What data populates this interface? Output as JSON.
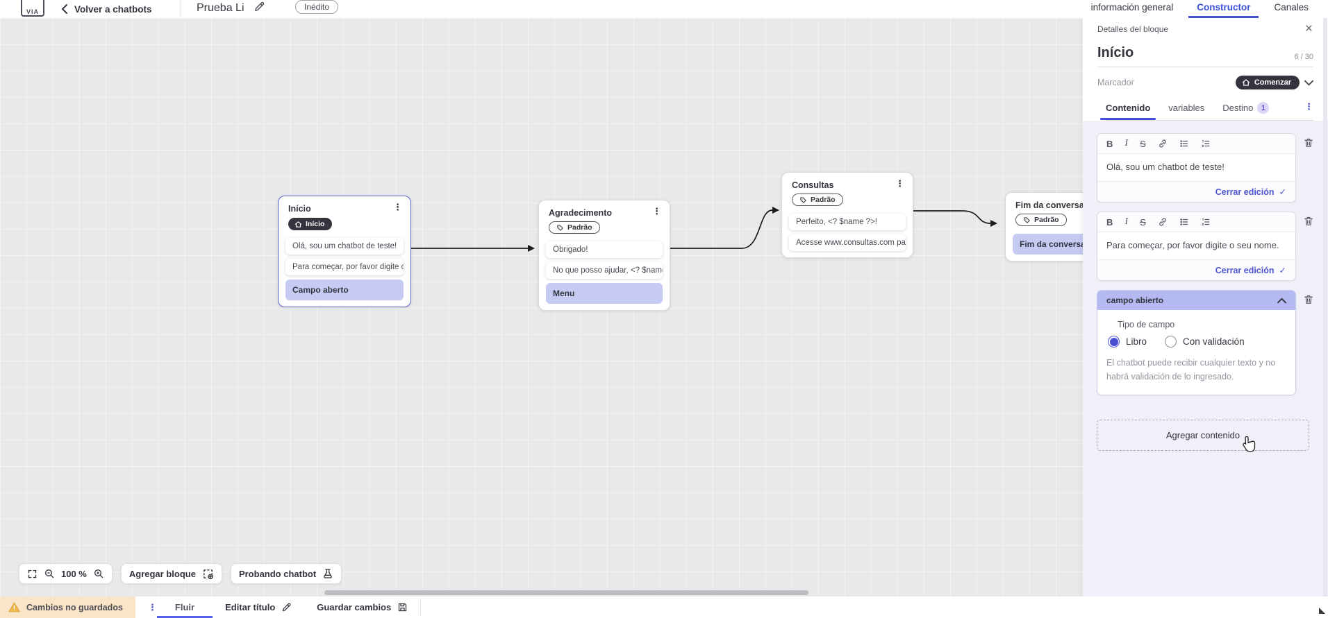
{
  "topbar": {
    "logo_text": "VIA",
    "back_label": "Volver a chatbots",
    "title": "Prueba Li",
    "status_badge": "Inédito",
    "tabs": [
      {
        "label": "información general",
        "active": false
      },
      {
        "label": "Constructor",
        "active": true
      },
      {
        "label": "Canales",
        "active": false
      }
    ]
  },
  "canvas": {
    "nodes": [
      {
        "title": "Início",
        "badge": "Início",
        "badge_style": "dark",
        "items": [
          {
            "text": "Olá, sou um chatbot de teste!",
            "type": "message"
          },
          {
            "text": "Para começar, por favor digite o ...",
            "type": "message"
          },
          {
            "text": "Campo aberto",
            "type": "highlight"
          }
        ]
      },
      {
        "title": "Agradecimento",
        "badge": "Padrão",
        "badge_style": "outline",
        "items": [
          {
            "text": "Obrigado!",
            "type": "message"
          },
          {
            "text": "No que posso ajudar, <? $name ...",
            "type": "message"
          },
          {
            "text": "Menu",
            "type": "highlight"
          }
        ]
      },
      {
        "title": "Consultas",
        "badge": "Padrão",
        "badge_style": "outline",
        "items": [
          {
            "text": "Perfeito, <? $name ?>!",
            "type": "message"
          },
          {
            "text": "Acesse www.consultas.com par...",
            "type": "message"
          }
        ]
      },
      {
        "title": "Fim da conversa",
        "badge": "Padrão",
        "badge_style": "outline",
        "items": [
          {
            "text": "Fim da conversa",
            "type": "highlight"
          }
        ]
      }
    ],
    "controls": {
      "zoom_level": "100 %",
      "add_block_label": "Agregar bloque",
      "test_chatbot_label": "Probando chatbot"
    }
  },
  "panel": {
    "header": "Detalles del bloque",
    "block_name": "Início",
    "char_counter": "6 / 30",
    "marker_label": "Marcador",
    "marker_value": "Comenzar",
    "tabs": [
      {
        "label": "Contenido",
        "active": true
      },
      {
        "label": "variables",
        "active": false
      },
      {
        "label": "Destino",
        "active": false,
        "badge": "1"
      }
    ],
    "toolbar": {
      "bold": "B",
      "italic": "I",
      "strike": "S"
    },
    "editors": [
      {
        "text": "Olá, sou um chatbot de teste!",
        "close_label": "Cerrar edición",
        "check": "✓"
      },
      {
        "text": "Para começar, por favor digite o seu nome.",
        "close_label": "Cerrar edición",
        "check": "✓"
      }
    ],
    "open_field": {
      "header": "campo abierto",
      "type_label": "Tipo de campo",
      "options": [
        {
          "label": "Libro",
          "selected": true
        },
        {
          "label": "Con validación",
          "selected": false
        }
      ],
      "help_text": "El chatbot puede recibir cualquier texto y no habrá validación de lo ingresado."
    },
    "add_content_label": "Agregar contenido"
  },
  "bottombar": {
    "warning": "Cambios no guardados",
    "flow_tab": "Fluir",
    "edit_title_label": "Editar título",
    "save_label": "Guardar cambios"
  },
  "colors": {
    "accent_indigo": "#4c55cf",
    "tab_blue": "#3a50d9",
    "highlight_item": "#c6cbf4",
    "field_header": "#b4baf1",
    "dark_pill": "#34333e",
    "warning_bg": "#fbe5c8",
    "warning_icon": "#e8a33d",
    "panel_bg": "#f1f0f8",
    "canvas_bg": "#e9e9e9"
  }
}
